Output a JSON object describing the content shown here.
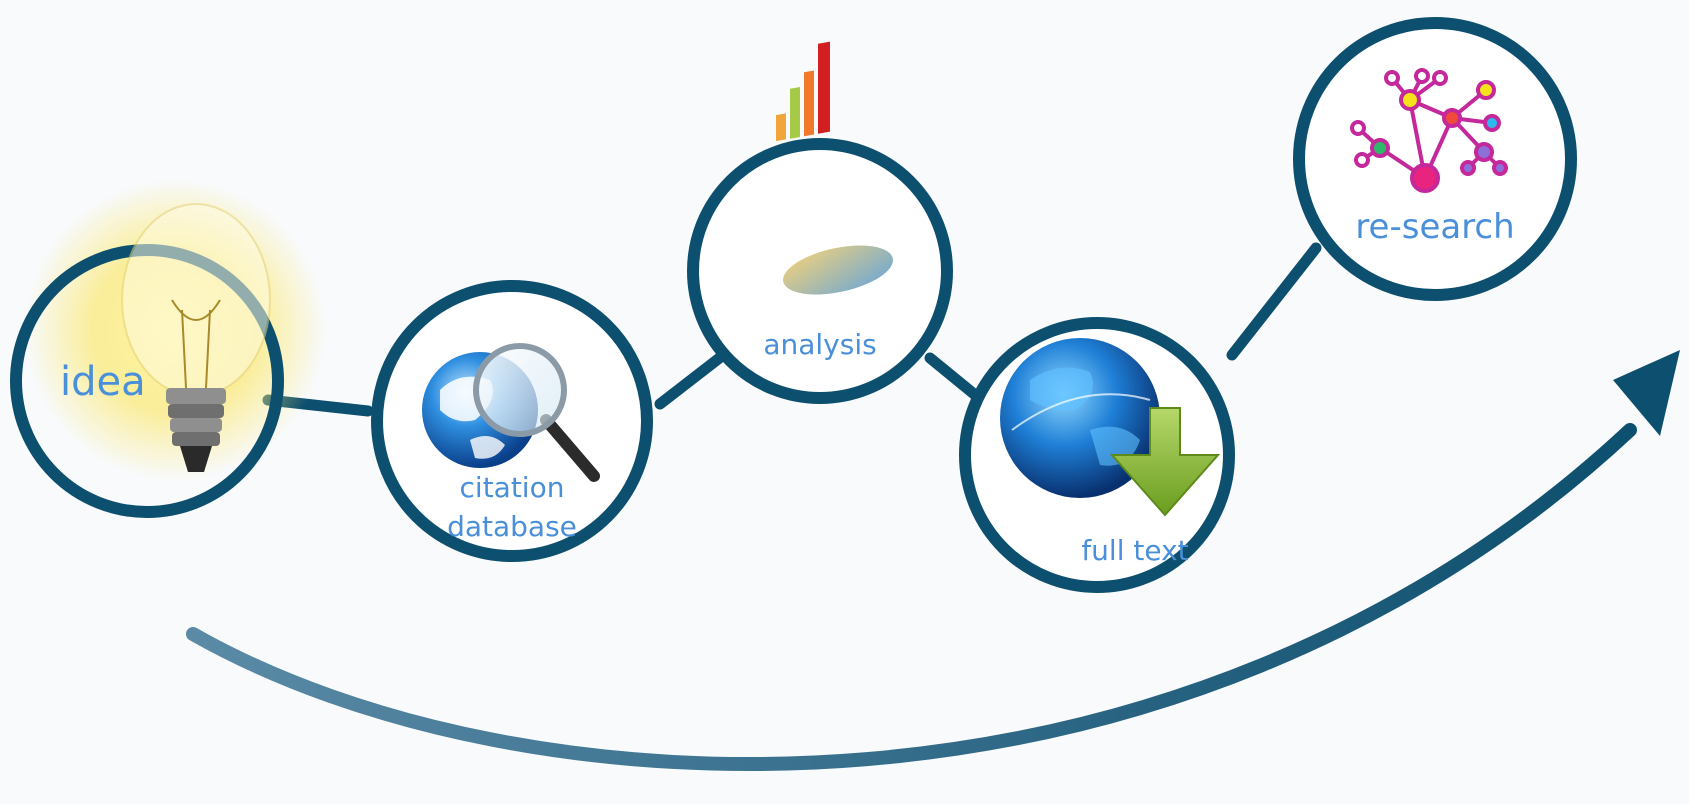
{
  "steps": [
    {
      "id": "idea",
      "label_lines": [
        "idea"
      ],
      "icon": "lightbulb-icon"
    },
    {
      "id": "citation-database",
      "label_lines": [
        "citation",
        "database"
      ],
      "icon": "globe-magnifier-icon"
    },
    {
      "id": "analysis",
      "label_lines": [
        "analysis"
      ],
      "icon": "bar-chart-icon"
    },
    {
      "id": "full-text",
      "label_lines": [
        "full text"
      ],
      "icon": "globe-download-icon"
    },
    {
      "id": "re-search",
      "label_lines": [
        "re-search"
      ],
      "icon": "network-icon"
    }
  ],
  "colors": {
    "ring": "#0d4f6e",
    "connector": "#0d4f6e",
    "label": "#4a8fd9",
    "arrow_start": "#5a8aa6",
    "arrow_end": "#0d4f6e",
    "background": "#f8fafb"
  }
}
